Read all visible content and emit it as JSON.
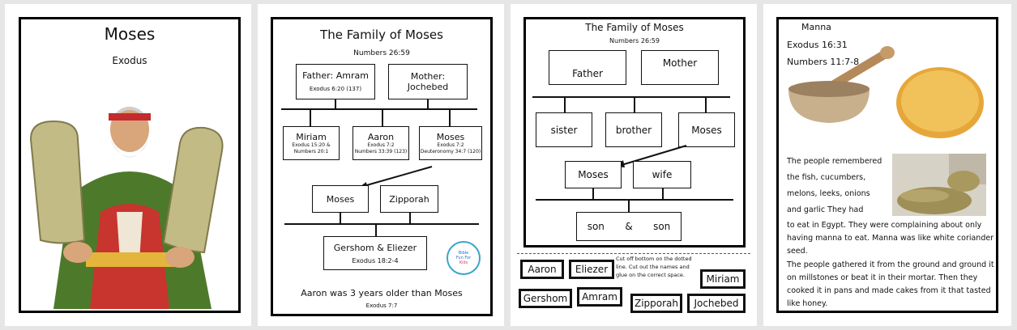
{
  "page1": {
    "title": "Moses",
    "subtitle": "Exodus"
  },
  "page2": {
    "title": "The Family of Moses",
    "reference": "Numbers 26:59",
    "father": {
      "label": "Father: Amram",
      "ref": "Exodus 6:20 (137)"
    },
    "mother": {
      "label_line1": "Mother:",
      "label_line2": "Jochebed"
    },
    "children": [
      {
        "name": "Miriam",
        "ref1": "Exodus 15:20 &",
        "ref2": "Numbers 20:1"
      },
      {
        "name": "Aaron",
        "ref1": "Exodus 7:2",
        "ref2": "Numbers 33:39 (123)"
      },
      {
        "name": "Moses",
        "ref1": "Exodus 7:2",
        "ref2": "Deuteronomy 34:7 (120)"
      }
    ],
    "couple": [
      "Moses",
      "Zipporah"
    ],
    "sons": {
      "label": "Gershom & Eliezer",
      "ref": "Exodus 18:2-4"
    },
    "logo": {
      "line1": "Bible",
      "line2": "Fun For",
      "line3": "Kids"
    },
    "footer": "Aaron was 3 years older than Moses",
    "footer_ref": "Exodus 7:7"
  },
  "page3": {
    "title": "The Family of Moses",
    "reference": "Numbers 26:59",
    "parents": [
      "Father",
      "Mother"
    ],
    "children": [
      "sister",
      "brother",
      "Moses"
    ],
    "couple": [
      "Moses",
      "wife"
    ],
    "sons": {
      "a": "son",
      "amp": "&",
      "b": "son"
    },
    "instructions": "Cut off bottom on the dotted line. Cut out the names and glue on the correct space.",
    "cards": [
      "Aaron",
      "Eliezer",
      "Miriam",
      "Gershom",
      "Amram",
      "Zipporah",
      "Jochebed"
    ]
  },
  "page4": {
    "title": "Manna",
    "ref1": "Exodus 16:31",
    "ref2": "Numbers 11:7-8",
    "lines_top": [
      "The people remembered",
      "the fish, cucumbers,",
      "melons, leeks, onions",
      "and garlic They had"
    ],
    "para1": "to eat in Egypt. They were complaining about only having manna to eat. Manna was like white coriander seed.",
    "para2": "The people gathered it from the ground and ground it on millstones or beat it in their mortar. Then they cooked it in pans and made cakes from it that tasted like honey."
  }
}
